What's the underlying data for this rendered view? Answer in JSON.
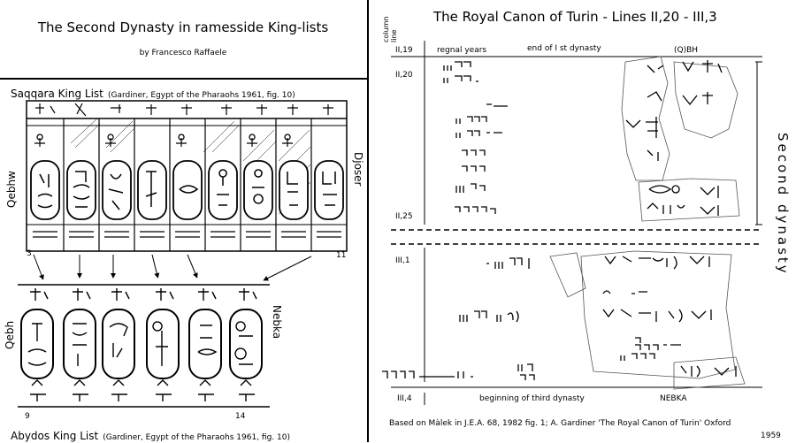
{
  "left": {
    "title": "The Second Dynasty in ramesside King-lists",
    "author": "by Francesco  Raffaele",
    "saqqara_heading": "Saqqara King List",
    "saqqara_ref": "(Gardiner, Egypt of the Pharaohs 1961, fig. 10)",
    "qebhw": "Qebhw",
    "djoser": "Djoser",
    "num_3": "3",
    "num_11": "11",
    "qebh": "Qebh",
    "nebka": "Nebka",
    "num_9": "9",
    "num_14": "14",
    "abydos_heading": "Abydos King List",
    "abydos_ref": "(Gardiner, Egypt of the Pharaohs 1961, fig. 10)"
  },
  "right": {
    "title": "The Royal Canon of Turin  - Lines II,20 - III,3",
    "col_header": "column line",
    "regnal_years": "regnal years",
    "end_first": "end of I st dynasty",
    "qbh": "(Q)BH",
    "row_labels": [
      "II,19",
      "II,20",
      "II,25",
      "III,1",
      "III,4"
    ],
    "beginning_third": "beginning of third dynasty",
    "nebka": "NEBKA",
    "second_dynasty": "Second  dynasty",
    "credit": "Based on Màlek in J.E.A. 68, 1982 fig. 1; A. Gardiner 'The Royal Canon of Turin' Oxford",
    "credit_year": "1959"
  },
  "colors": {
    "ink": "#000000",
    "paper": "#ffffff"
  }
}
